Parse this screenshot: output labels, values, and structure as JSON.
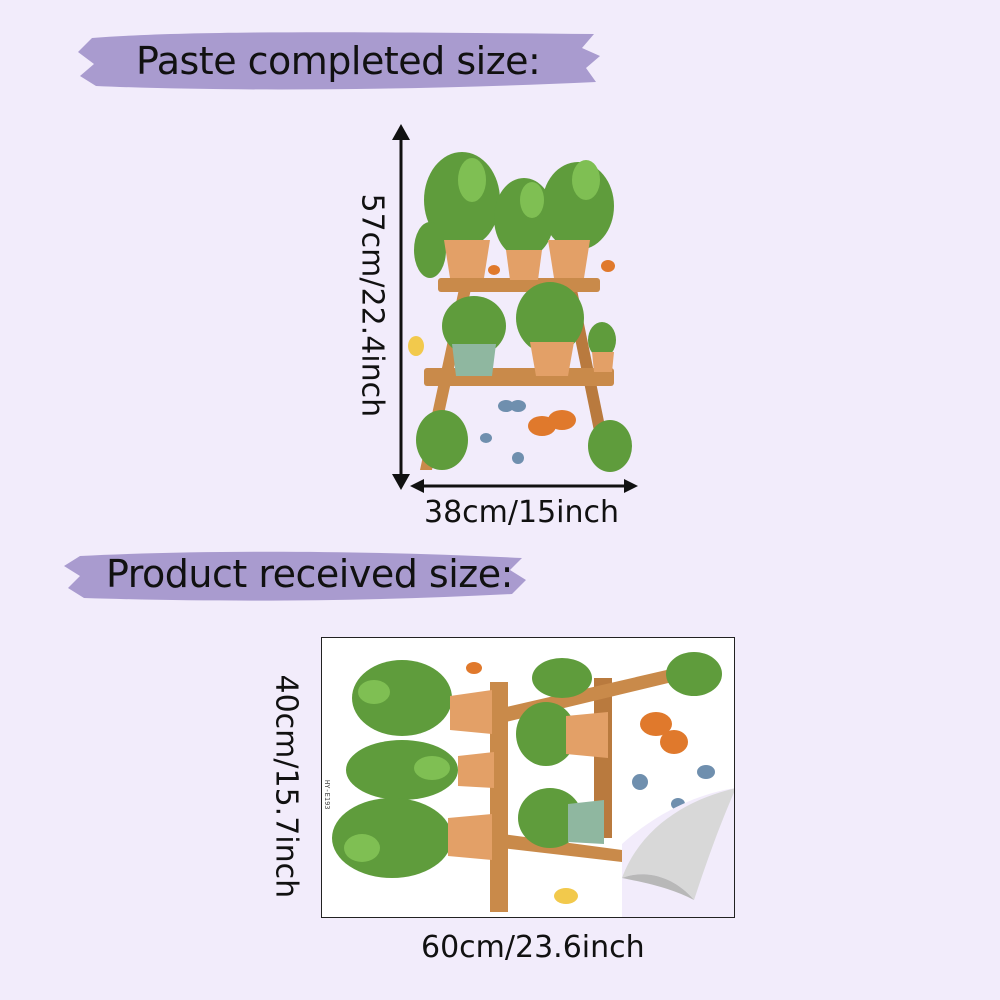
{
  "banner_top": {
    "text": "Paste completed size:"
  },
  "banner_bottom": {
    "text": "Product received size:"
  },
  "completed_size": {
    "height": "57cm/22.4inch",
    "width": "38cm/15inch"
  },
  "received_size": {
    "height": "40cm/15.7inch",
    "width": "60cm/23.6inch"
  },
  "sheet_code": "HY-E193",
  "colors": {
    "background": "#f2ecfb",
    "banner": "#a99bcf",
    "wood": "#c98a4a",
    "pot": "#e3a067",
    "leaf": "#5f9c3c",
    "butterfly_orange": "#e0792c",
    "butterfly_blue": "#6f8fae"
  }
}
